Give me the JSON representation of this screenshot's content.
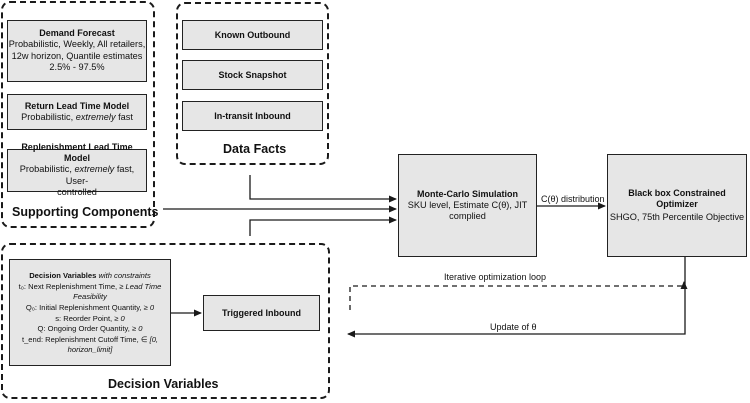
{
  "groups": {
    "supporting_components": "Supporting Components",
    "data_facts": "Data Facts",
    "decision_variables": "Decision Variables"
  },
  "supporting": {
    "demand_forecast": {
      "title": "Demand Forecast",
      "line1": "Probabilistic, Weekly, All  retailers,",
      "line2": "12w horizon, Quantile estimates",
      "line3": "2.5% - 97.5%"
    },
    "return_lead_time": {
      "title": "Return Lead Time Model",
      "body_plain": "Probabilistic, ",
      "body_em": "extremely",
      "body_tail": " fast"
    },
    "replenishment_lead_time": {
      "title": "Replenishment Lead Time Model",
      "line1_plain": "Probabilistic, ",
      "line1_em": "extremely",
      "line1_tail": " fast, User-",
      "line2": "controlled"
    }
  },
  "data_facts": {
    "known_outbound": "Known Outbound",
    "stock_snapshot": "Stock Snapshot",
    "in_transit_inbound": "In-transit Inbound"
  },
  "monte_carlo": {
    "title": "Monte-Carlo Simulation",
    "line1": "SKU level, Estimate C(θ), JIT",
    "line2": "complied"
  },
  "optimizer": {
    "title_line1": "Black box Constrained",
    "title_line2": "Optimizer",
    "body": "SHGO, 75th Percentile Objective"
  },
  "edges": {
    "c_theta_distribution": "C(θ) distribution",
    "iterative_loop": "Iterative optimization loop",
    "update_theta": "Update of θ"
  },
  "decision_box": {
    "title": "Decision Variables",
    "title_em": " with constraints",
    "lines": [
      {
        "plain": "t₀: Next Replenishment Time, ",
        "em": "≥ Lead Time"
      },
      {
        "plain": "",
        "em": "Feasibility"
      },
      {
        "plain": "Q₀: Initial Replenishment Quantity, ",
        "em": "≥ 0"
      },
      {
        "plain": "s: Reorder Point, ",
        "em": "≥ 0"
      },
      {
        "plain": "Q: Ongoing Order Quantity, ",
        "em": "≥ 0"
      },
      {
        "plain": "t_end: Replenishment Cutoff Time, ",
        "em": "∈ [0,"
      },
      {
        "plain": "",
        "em": "horizon_limit]"
      }
    ]
  },
  "triggered_inbound": "Triggered Inbound"
}
